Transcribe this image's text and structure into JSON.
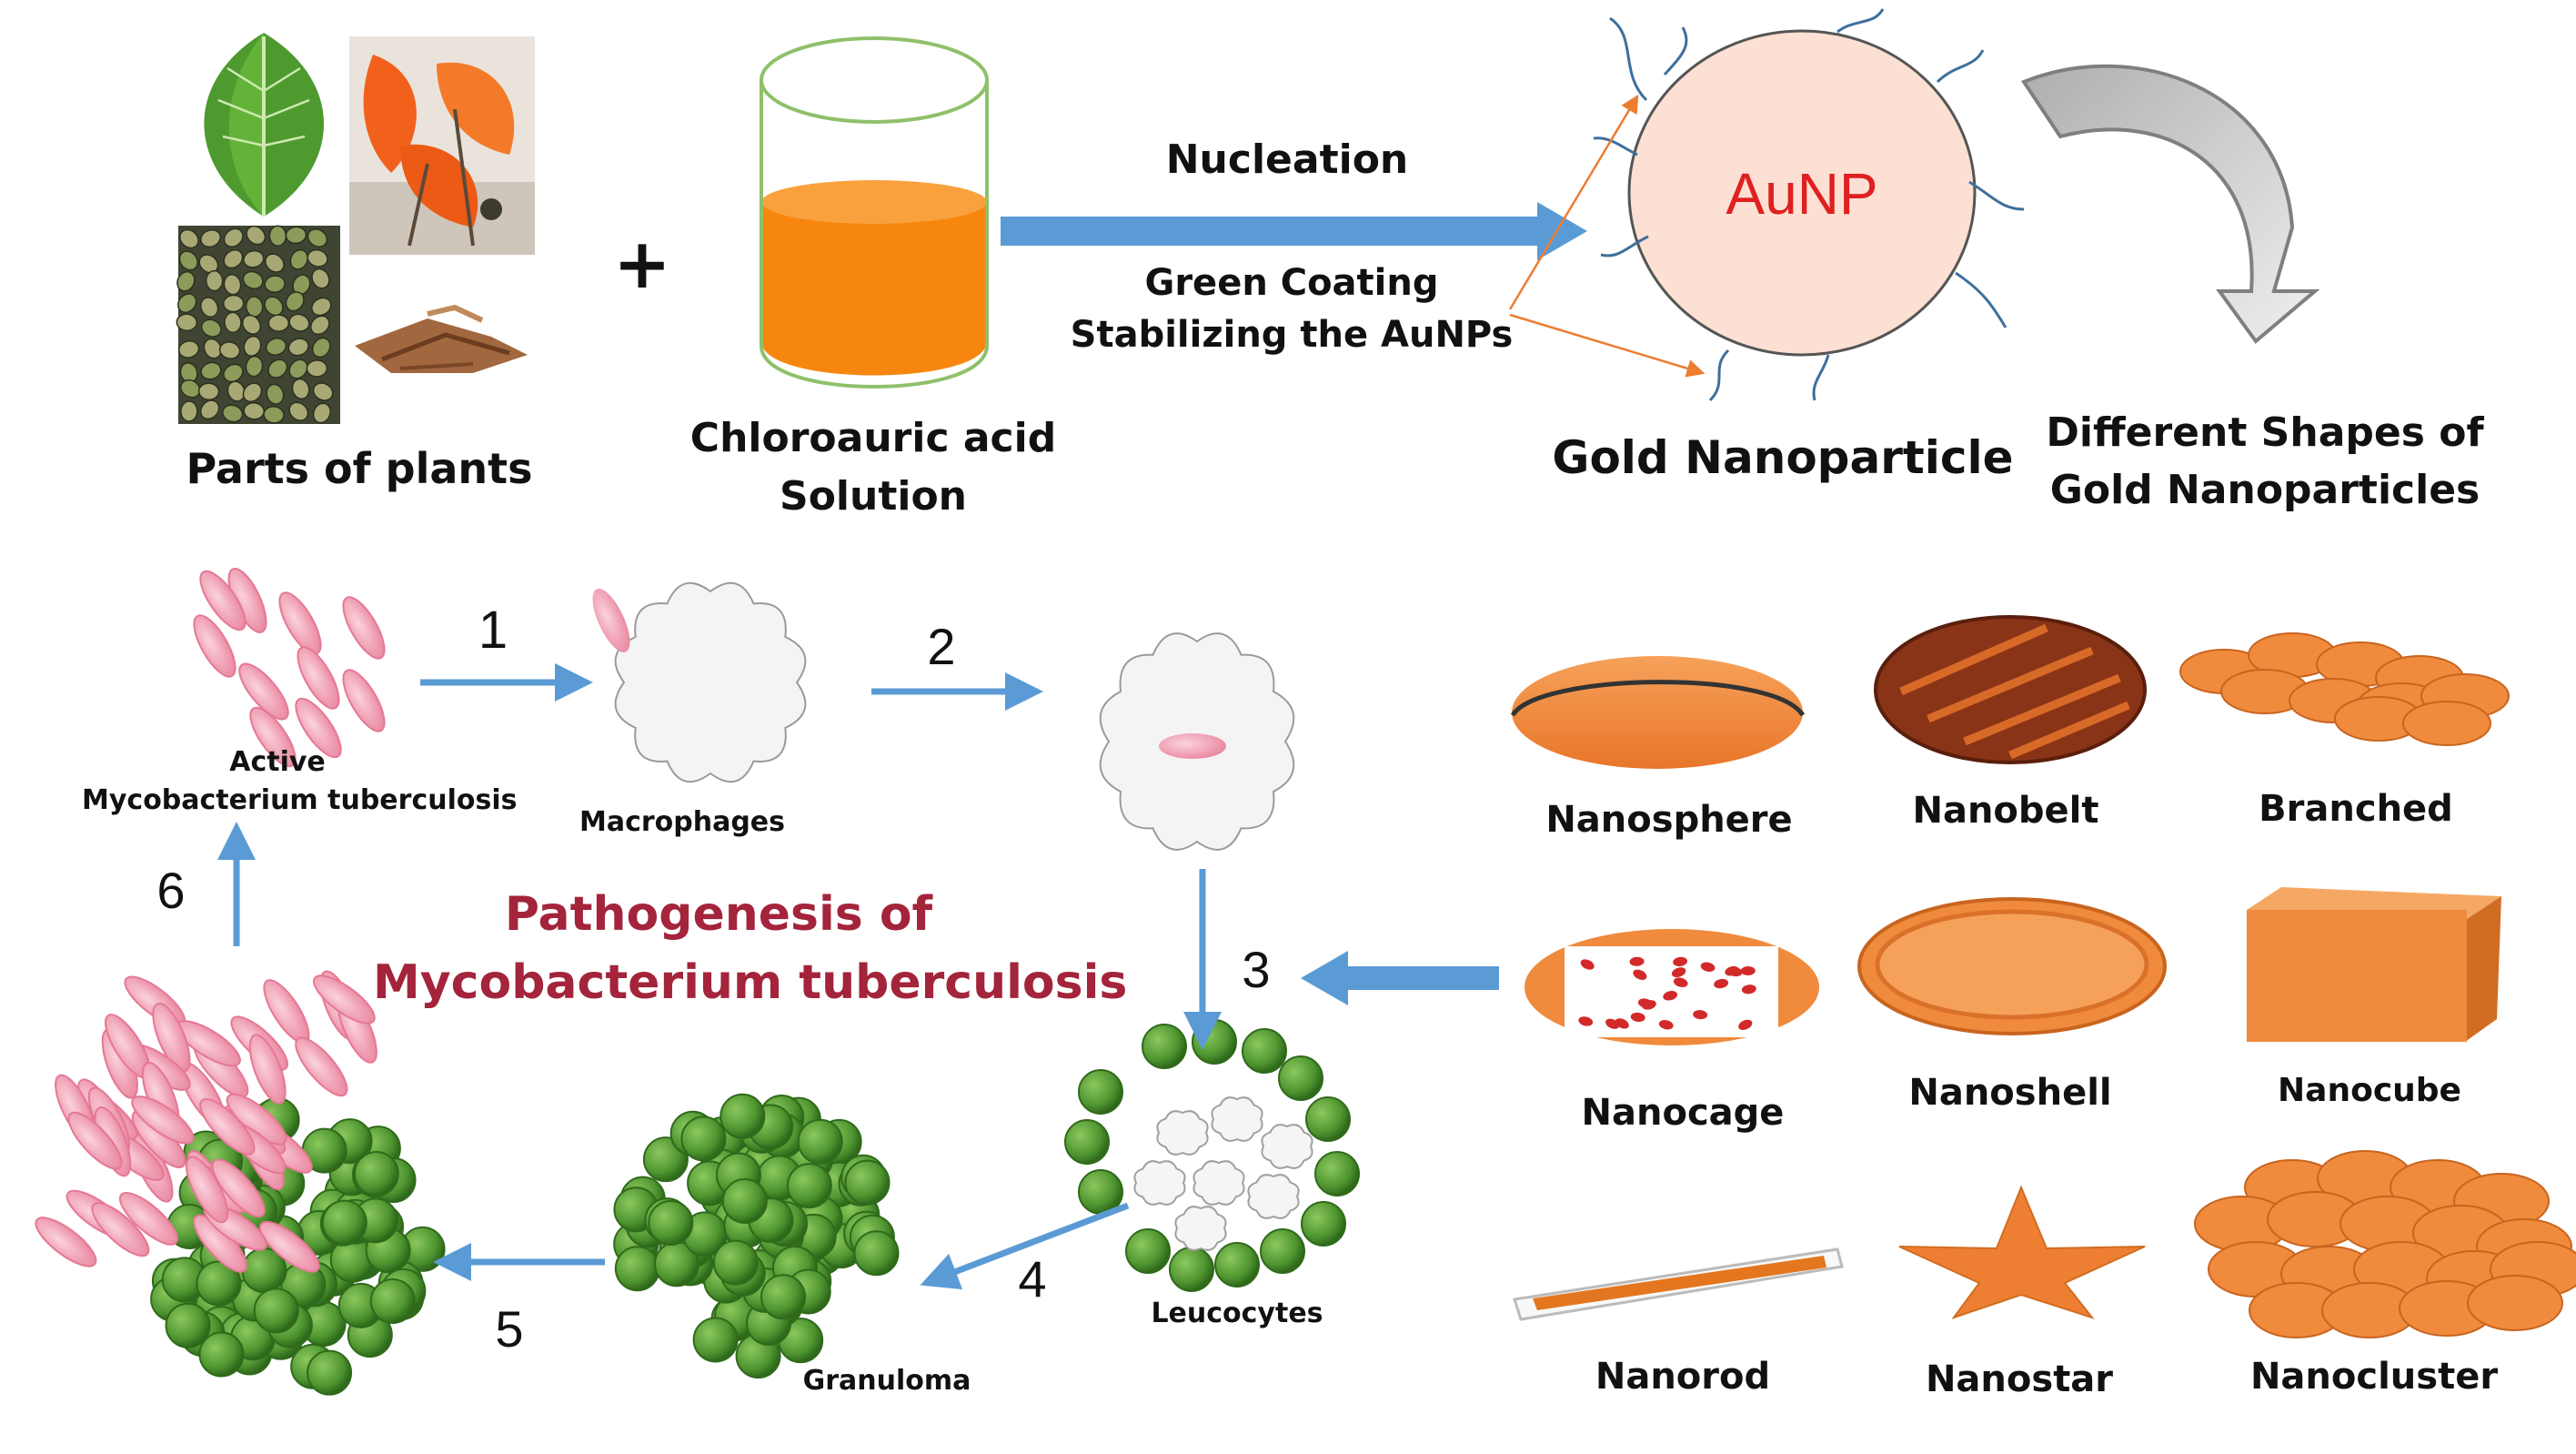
{
  "synthesis": {
    "plant_label": "Parts of plants",
    "plus": "+",
    "solution_label_line1": "Chloroauric acid",
    "solution_label_line2": "Solution",
    "arrow_top": "Nucleation",
    "arrow_bottom_line1": "Green Coating",
    "arrow_bottom_line2": "Stabilizing the AuNPs",
    "particle_text": "AuNP",
    "particle_label": "Gold Nanoparticle",
    "shapes_title_line1": "Different Shapes of",
    "shapes_title_line2": "Gold Nanoparticles"
  },
  "pathogenesis": {
    "title_line1": "Pathogenesis of",
    "title_line2": "Mycobacterium tuberculosis",
    "active_line1": "Active",
    "active_line2": "Mycobacterium tuberculosis",
    "macrophages": "Macrophages",
    "leucocytes": "Leucocytes",
    "granuloma": "Granuloma",
    "steps": [
      "1",
      "2",
      "3",
      "4",
      "5",
      "6"
    ]
  },
  "shapes": {
    "nanosphere": "Nanosphere",
    "nanobelt": "Nanobelt",
    "branched": "Branched",
    "nanocage": "Nanocage",
    "nanoshell": "Nanoshell",
    "nanocube": "Nanocube",
    "nanorod": "Nanorod",
    "nanostar": "Nanostar",
    "nanocluster": "Nanocluster"
  },
  "colors": {
    "arrow_blue": "#5b9bd5",
    "orange": "#f08a3c",
    "title_red": "#a3243b",
    "aunp_red": "#e02020",
    "cell_green": "#5a9e3a",
    "bacteria_pink": "#f3a0b4"
  }
}
